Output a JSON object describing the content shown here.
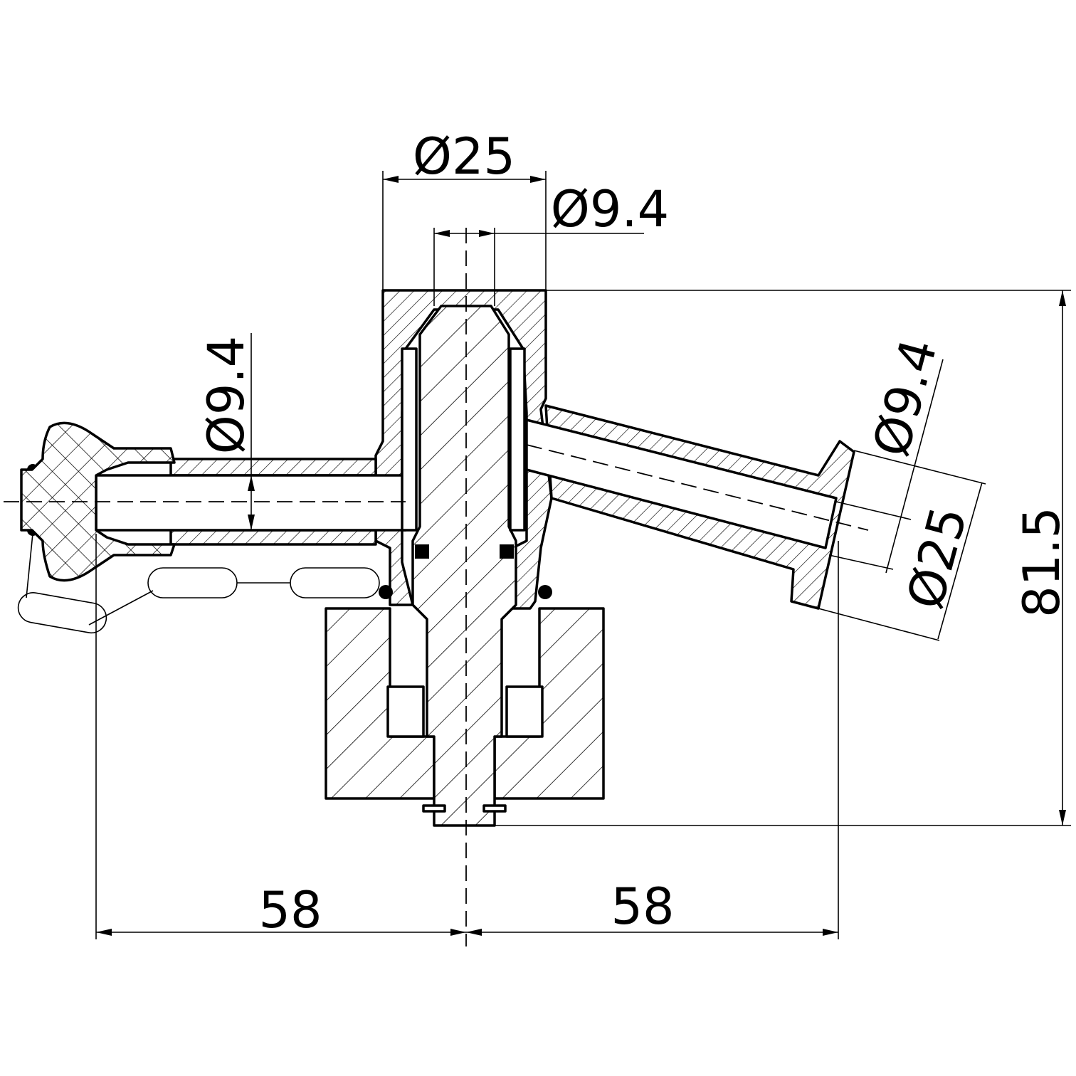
{
  "drawing": {
    "type": "cross-section technical drawing",
    "dimensions": {
      "top_outer_diameter": "Ø25",
      "top_bore_diameter": "Ø9.4",
      "left_branch_bore": "Ø9.4",
      "right_branch_bore": "Ø9.4",
      "right_branch_flange": "Ø25",
      "total_height": "81.5",
      "left_offset": "58",
      "right_offset": "58"
    }
  }
}
